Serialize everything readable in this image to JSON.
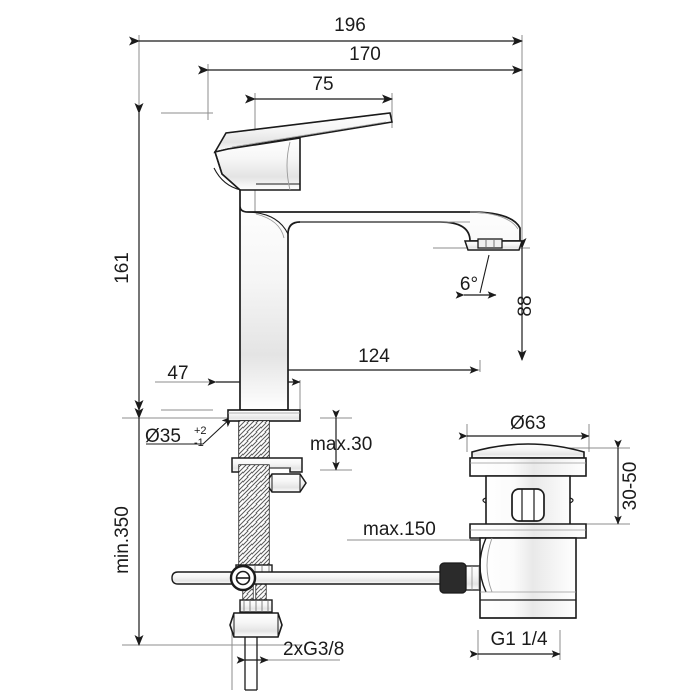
{
  "drawing": {
    "title": "Basin mixer tap technical dimension drawing",
    "units": "mm",
    "line_color": "#1b1b1b",
    "dim_line_color": "#888888",
    "background": "#ffffff"
  },
  "dimensions": {
    "overall_width": "196",
    "handle_reach": "170",
    "handle_length": "75",
    "body_height": "161",
    "base_depth": "47",
    "spout_reach": "124",
    "spout_height": "88",
    "aerator_angle": "6°",
    "base_diameter": "Ø35",
    "base_tol_upper": "+2",
    "base_tol_lower": "-1",
    "countertop_thickness": "max.30",
    "supply_min": "min.350",
    "popup_rod_length": "max.150",
    "waste_flange_diameter": "Ø63",
    "waste_basin_thickness": "30-50",
    "waste_thread": "G1 1/4",
    "supply_thread": "2xG3/8"
  },
  "labels": [
    {
      "name": "overall-width",
      "text": "196"
    },
    {
      "name": "handle-reach",
      "text": "170"
    },
    {
      "name": "handle-length",
      "text": "75"
    },
    {
      "name": "body-height",
      "text": "161"
    },
    {
      "name": "base-depth",
      "text": "47"
    },
    {
      "name": "spout-reach",
      "text": "124"
    },
    {
      "name": "spout-height",
      "text": "88"
    },
    {
      "name": "aerator-angle",
      "text": "6°"
    },
    {
      "name": "base-diameter",
      "text": "Ø35"
    },
    {
      "name": "countertop-thickness",
      "text": "max.30"
    },
    {
      "name": "supply-min",
      "text": "min.350"
    },
    {
      "name": "popup-rod-length",
      "text": "max.150"
    },
    {
      "name": "waste-flange-diameter",
      "text": "Ø63"
    },
    {
      "name": "waste-basin-thickness",
      "text": "30-50"
    },
    {
      "name": "waste-thread",
      "text": "G1 1/4"
    },
    {
      "name": "supply-thread",
      "text": "2xG3/8"
    }
  ]
}
